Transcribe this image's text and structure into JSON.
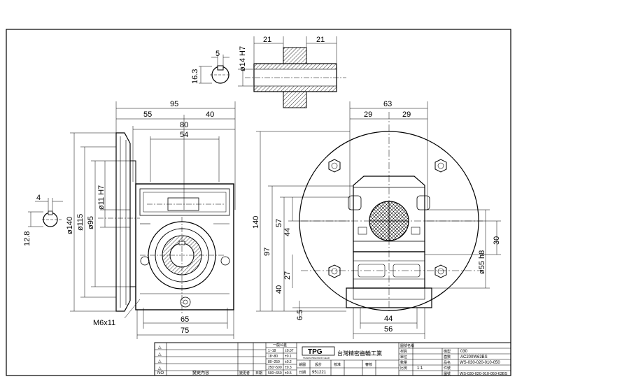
{
  "shaft_detail": {
    "key_width": "5",
    "key_depth": "16.3",
    "bore": "ø14 H7",
    "left_len": "21",
    "right_len": "21"
  },
  "side_view": {
    "overall": "95",
    "left_part": "55",
    "right_part": "40",
    "body_width": "80",
    "inner_width": "54",
    "base_width": "65",
    "base_total": "75",
    "flange_dia": "ø140",
    "pilot_dia": "ø115",
    "spigot_dia": "ø95",
    "input_bore": "ø11 H7",
    "key_w": "4",
    "key_h": "12.8",
    "thread": "M6x11"
  },
  "front_view": {
    "overall_width": "63",
    "left_half": "29",
    "right_half": "29",
    "height_total": "140",
    "height_97": "97",
    "height_57": "57",
    "height_44": "44",
    "height_27": "27",
    "height_40": "40",
    "base_h": "6.5",
    "base_inner": "44",
    "base_outer": "56",
    "right_30": "30",
    "shaft_dia": "ø55 h8"
  },
  "title_block": {
    "company": "台灣精密齒輪工業",
    "logo_text": "TPG",
    "logo_sub": "TAIWAN PRECISION GEAR",
    "tolerance_title": "一般公差",
    "tol_rows": [
      [
        "1~18",
        "±0.07"
      ],
      [
        "18~80",
        "±0.1"
      ],
      [
        "80~250",
        "±0.2"
      ],
      [
        "250~500",
        "±0.3"
      ],
      [
        "500~650",
        "±0.5"
      ]
    ],
    "change_col": "變更內容",
    "change_person": "變更者",
    "date_col": "日期",
    "no_col": "NO",
    "rev_labels": [
      "△",
      "△",
      "△",
      "△"
    ],
    "drawn_by": "繪圖",
    "designer": "設計",
    "approve": "核准",
    "check": "審核",
    "date_label": "日期",
    "date_value": "951221",
    "drawing_title": "圖號名稱",
    "model_label": "機型",
    "model_value": "030",
    "ratio_label": "齒數",
    "ratio_value": "AC200W63BS",
    "material_label": "材質",
    "unit_label": "單位",
    "qty_label": "數量",
    "part_label": "品名",
    "part_value": "WS-030-020-010-050",
    "scale_label": "比例",
    "scale_value": "1:1",
    "drawing_no_label": "圖號",
    "drawing_no_value": "WS-030-020-010-050-63BS",
    "sheet_label": "件號"
  }
}
